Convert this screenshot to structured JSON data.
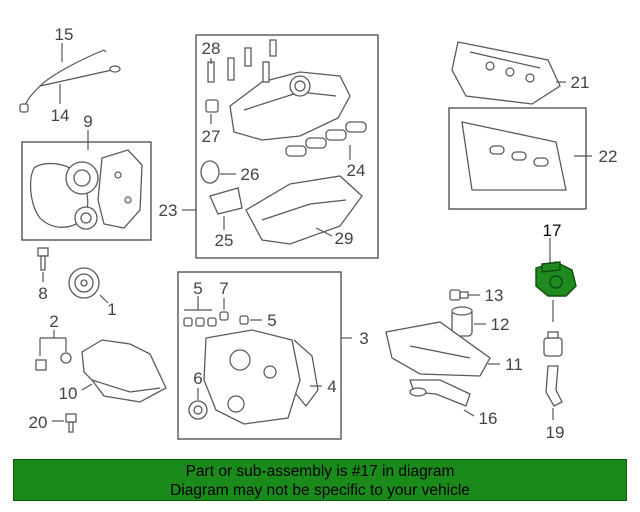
{
  "callouts": {
    "c1": "1",
    "c2": "2",
    "c3": "3",
    "c4": "4",
    "c5a": "5",
    "c5b": "5",
    "c6": "6",
    "c7": "7",
    "c8": "8",
    "c9": "9",
    "c10": "10",
    "c11": "11",
    "c12": "12",
    "c13": "13",
    "c14": "14",
    "c15": "15",
    "c16": "16",
    "c17": "17",
    "c19": "19",
    "c20": "20",
    "c21": "21",
    "c22": "22",
    "c23": "23",
    "c24": "24",
    "c25": "25",
    "c26": "26",
    "c27": "27",
    "c28": "28",
    "c29": "29"
  },
  "highlight": {
    "part_number": "17",
    "color": "#1f8a1f"
  },
  "banner": {
    "line1": "Part or sub-assembly is #17 in diagram",
    "line2": "Diagram may not be specific to your vehicle",
    "color": "#1a8a1a"
  }
}
